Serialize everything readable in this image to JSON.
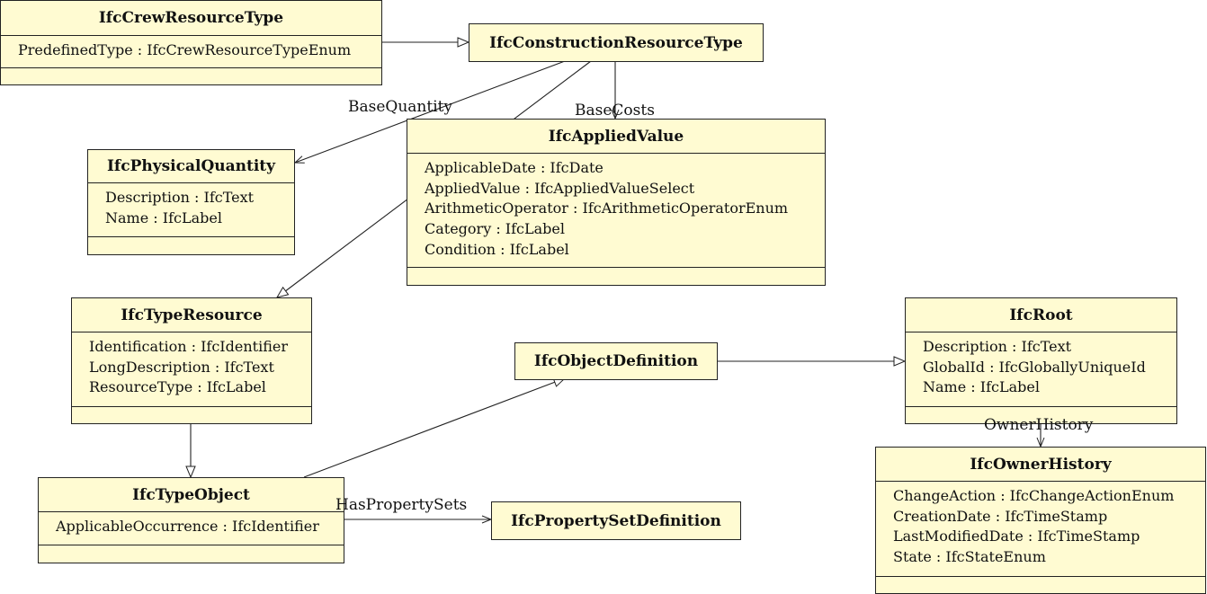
{
  "diagram": {
    "classes": {
      "crew": {
        "name": "IfcCrewResourceType",
        "attrs": [
          "PredefinedType : IfcCrewResourceTypeEnum"
        ]
      },
      "construction": {
        "name": "IfcConstructionResourceType"
      },
      "physical": {
        "name": "IfcPhysicalQuantity",
        "attrs": [
          "Description : IfcText",
          "Name : IfcLabel"
        ]
      },
      "applied": {
        "name": "IfcAppliedValue",
        "attrs": [
          "ApplicableDate : IfcDate",
          "AppliedValue : IfcAppliedValueSelect",
          "ArithmeticOperator : IfcArithmeticOperatorEnum",
          "Category : IfcLabel",
          "Condition : IfcLabel"
        ]
      },
      "typeResource": {
        "name": "IfcTypeResource",
        "attrs": [
          "Identification : IfcIdentifier",
          "LongDescription : IfcText",
          "ResourceType : IfcLabel"
        ]
      },
      "objectDefinition": {
        "name": "IfcObjectDefinition"
      },
      "root": {
        "name": "IfcRoot",
        "attrs": [
          "Description : IfcText",
          "GlobalId : IfcGloballyUniqueId",
          "Name : IfcLabel"
        ]
      },
      "typeObject": {
        "name": "IfcTypeObject",
        "attrs": [
          "ApplicableOccurrence : IfcIdentifier"
        ]
      },
      "propertySet": {
        "name": "IfcPropertySetDefinition"
      },
      "ownerHistory": {
        "name": "IfcOwnerHistory",
        "attrs": [
          "ChangeAction : IfcChangeActionEnum",
          "CreationDate : IfcTimeStamp",
          "LastModifiedDate : IfcTimeStamp",
          "State : IfcStateEnum"
        ]
      }
    },
    "labels": {
      "baseQuantity": "BaseQuantity",
      "baseCosts": "BaseCosts",
      "ownerHistory": "OwnerHistory",
      "hasPropertySets": "HasPropertySets"
    }
  }
}
